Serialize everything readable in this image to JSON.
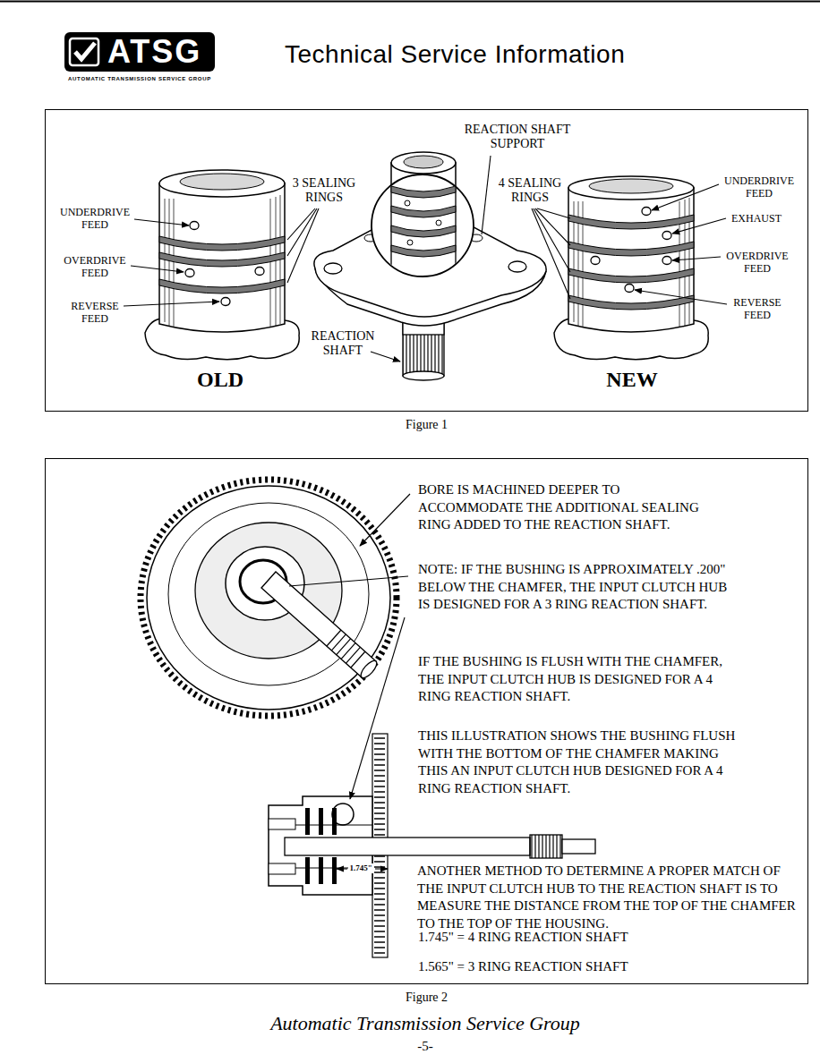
{
  "diagram": {
    "title": "Technical Service Information",
    "nodes": [
      {
        "text": [
          "ATSG",
          "AUTOMATIC TRANSMISSION SERVICE GROUP"
        ]
      },
      {
        "text": [
          "Figure 1"
        ]
      },
      {
        "text": [
          "Figure 2"
        ]
      }
    ],
    "labels": [
      "REACTION SHAFT SUPPORT",
      "3 SEALING RINGS",
      "4 SEALING RINGS",
      "UNDERDRIVE FEED",
      "UNDERDRIVE FEED",
      "EXHAUST",
      "OVERDRIVE FEED",
      "OVERDRIVE FEED",
      "REVERSE FEED",
      "REVERSE FEED",
      "REACTION SHAFT",
      "OLD",
      "NEW",
      "BORE IS MACHINED DEEPER TO ACCOMMODATE THE ADDITIONAL SEALING RING ADDED TO THE REACTION SHAFT.",
      "NOTE: IF THE BUSHING IS APPROXIMATELY .200\" BELOW THE CHAMFER, THE INPUT CLUTCH HUB IS DESIGNED FOR A 3 RING REACTION SHAFT.",
      "IF THE BUSHING IS FLUSH WITH THE CHAMFER, THE INPUT CLUTCH HUB IS DESIGNED FOR A 4 RING REACTION SHAFT.",
      "THIS ILLUSTRATION SHOWS THE BUSHING FLUSH WITH THE BOTTOM OF THE CHAMFER MAKING THIS AN INPUT CLUTCH HUB DESIGNED FOR A 4 RING REACTION SHAFT.",
      "1.745\"",
      "ANOTHER METHOD TO DETERMINE A PROPER MATCH OF THE INPUT CLUTCH HUB TO THE REACTION SHAFT IS TO MEASURE THE DISTANCE FROM THE TOP OF THE CHAMFER TO THE TOP OF THE HOUSING.",
      "1.745\" = 4 RING REACTION SHAFT",
      "1.565\" = 3 RING REACTION SHAFT",
      "Automatic Transmission Service Group",
      "-5-"
    ]
  }
}
